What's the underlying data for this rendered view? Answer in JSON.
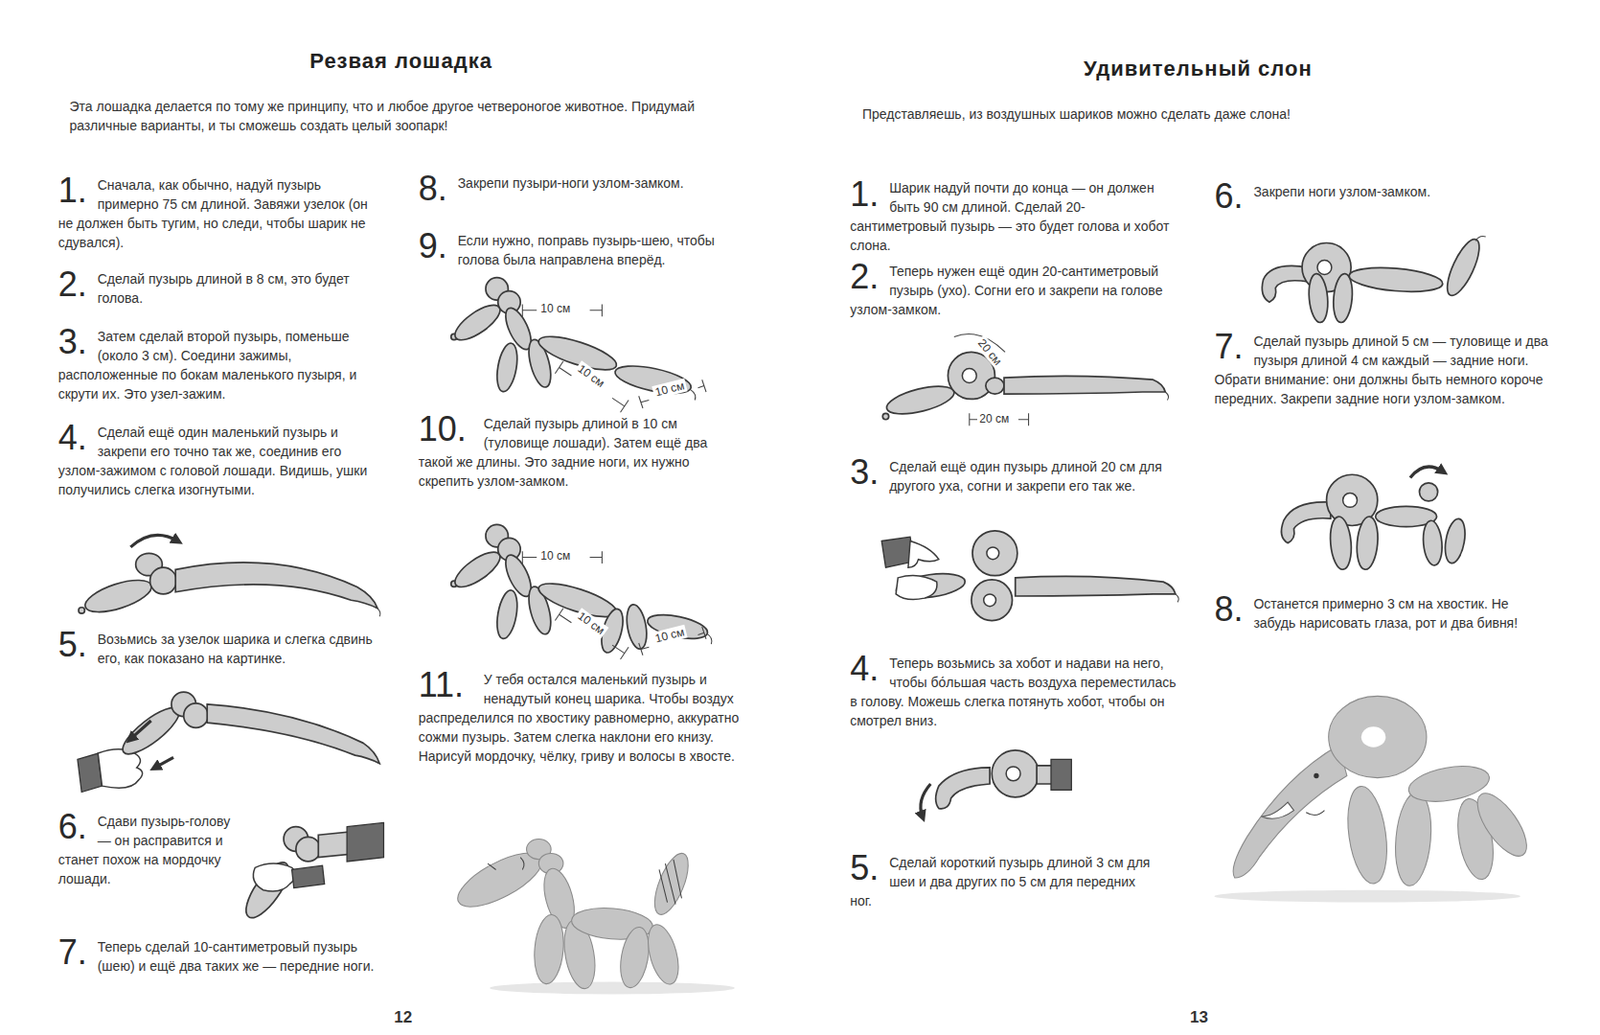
{
  "diagram": {
    "title": "Резвая лошадка",
    "labels": [
      "Удивительный слон",
      "Эта лошадка делается по тому же принципу, что и любое другое четвероногое животное. Придумай различные варианты, и ты сможешь создать целый зоопарк!",
      "1.",
      "Сначала, как обычно, надуй пузырь примерно 75 см длиной. Завяжи узелок (он не должен быть тугим, но следи, чтобы шарик не сдувался).",
      "2.",
      "Сделай пузырь длиной в 8 см, это будет голова.",
      "3.",
      "Затем сделай второй пузырь, поменьше (около 3 см). Соедини зажимы, расположенные по бокам маленького пузыря, и скрути их. Это узел-зажим.",
      "4.",
      "Сделай ещё один маленький пузырь и закрепи его точно так же, соединив его узлом-зажимом с головой лошади. Видишь, ушки получились слегка изогнутыми.",
      "5.",
      "Возьмись за узелок шарика и слегка сдвинь его, как показано на картинке.",
      "6.",
      "Сдави пузырь-голову — он расправится и станет похож на мордочку лошади.",
      "7.",
      "Теперь сделай 10-сантиметровый пузырь (шею) и ещё два таких же — передние ноги.",
      "8.",
      "Закрепи пузыри-ноги узлом-замком.",
      "9.",
      "Если нужно, поправь пузырь-шею, чтобы голова была направлена вперёд.",
      "10 см",
      "10 см",
      "10 см",
      "10.",
      "Сделай пузырь длиной в 10 см (туловище лошади). Затем ещё два такой же длины. Это задние ноги, их нужно скрепить узлом-замком.",
      "10 см",
      "10 см",
      "10 см",
      "11.",
      "У тебя остался маленький пузырь и ненадутый конец шарика. Чтобы воздух распределился по хвостику равномерно, аккуратно сожми пузырь. Затем слегка наклони его книзу. Нарисуй мордочку, чёлку, гриву и волосы в хвосте.",
      "12",
      "Представляешь, из воздушных шариков можно сделать даже слона!",
      "1.",
      "Шарик надуй почти до конца — он должен быть 90 см длиной. Сделай 20-сантиметровый пузырь — это будет голова и хобот слона.",
      "2.",
      "Теперь нужен ещё один 20-сантиметровый пузырь (ухо). Согни его и закрепи на голове узлом-замком.",
      "20 см",
      "20 см",
      "3.",
      "Сделай ещё один пузырь длиной 20 см для другого уха, согни и закрепи его так же.",
      "4.",
      "Теперь возьмись за хобот и надави на него, чтобы бо́льшая часть воздуха переместилась в голову. Можешь слегка потянуть хобот, чтобы он смотрел вниз.",
      "5.",
      "Сделай короткий пузырь длиной 3 см для шеи и два других по 5 см для передних ног.",
      "6.",
      "Закрепи ноги узлом-замком.",
      "7.",
      "Сделай пузырь длиной 5 см — туловище и два пузыря длиной 4 см каждый — задние ноги. Обрати внимание: они должны быть немного короче передних. Закрепи задние ноги узлом-замком.",
      "8.",
      "Останется примерно 3 см на хвостик. Не забудь нарисовать глаза, рот и два бивня!",
      "13"
    ]
  }
}
